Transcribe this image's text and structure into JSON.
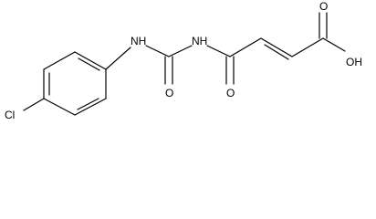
{
  "diagram": {
    "type": "chemical-structure",
    "atom_labels": {
      "chlorine": "Cl",
      "amine_nh_left": "NH",
      "amine_nh_right": "NH",
      "urea_oxygen": "O",
      "amide_oxygen": "O",
      "acid_carbonyl_oxygen": "O",
      "acid_hydroxyl": "OH"
    }
  }
}
